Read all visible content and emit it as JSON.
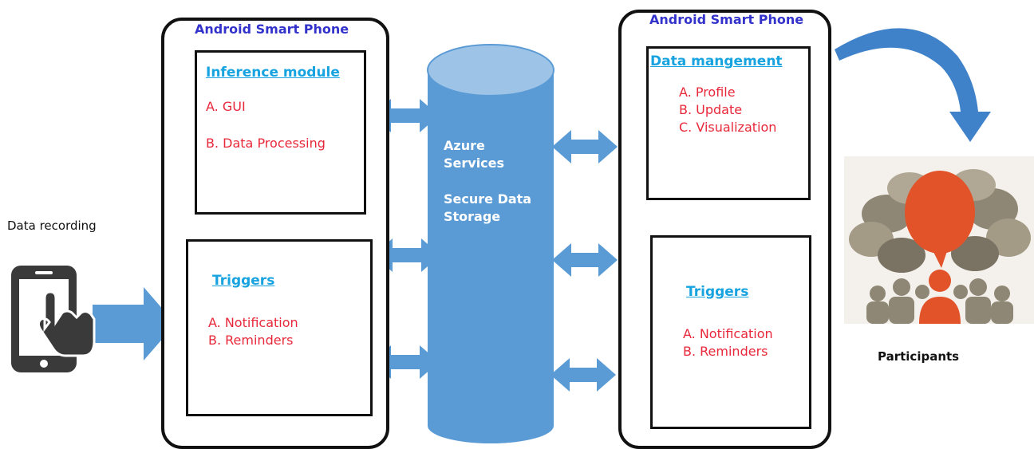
{
  "left_phone": {
    "title": "Android Smart Phone",
    "inference": {
      "title": "Inference module",
      "items": [
        "A. GUI",
        "B. Data Processing"
      ]
    },
    "triggers": {
      "title": "Triggers",
      "items": [
        "A. Notification",
        "B. Reminders"
      ]
    }
  },
  "right_phone": {
    "title": "Android Smart Phone",
    "data_mgmt": {
      "title": "Data mangement",
      "items": [
        "A. Profile",
        "B. Update",
        "C. Visualization"
      ]
    },
    "triggers": {
      "title": "Triggers",
      "items": [
        "A. Notification",
        "B. Reminders"
      ]
    }
  },
  "cloud": {
    "line1": "Azure",
    "line2": "Services",
    "line3": "Secure Data",
    "line4": "Storage"
  },
  "data_recording_label": "Data recording",
  "participants_label": "Participants",
  "colors": {
    "arrow_blue": "#5b9bd5",
    "cylinder_blue": "#5b9bd5",
    "cylinder_top": "#9dc3e6",
    "item_red": "#e8283a",
    "title_cyan": "#17a3e0",
    "phone_title": "#3333cc"
  },
  "icons": {
    "phone_touch": "smartphone-touch-icon",
    "participants": "speech-bubble-crowd-icon"
  }
}
